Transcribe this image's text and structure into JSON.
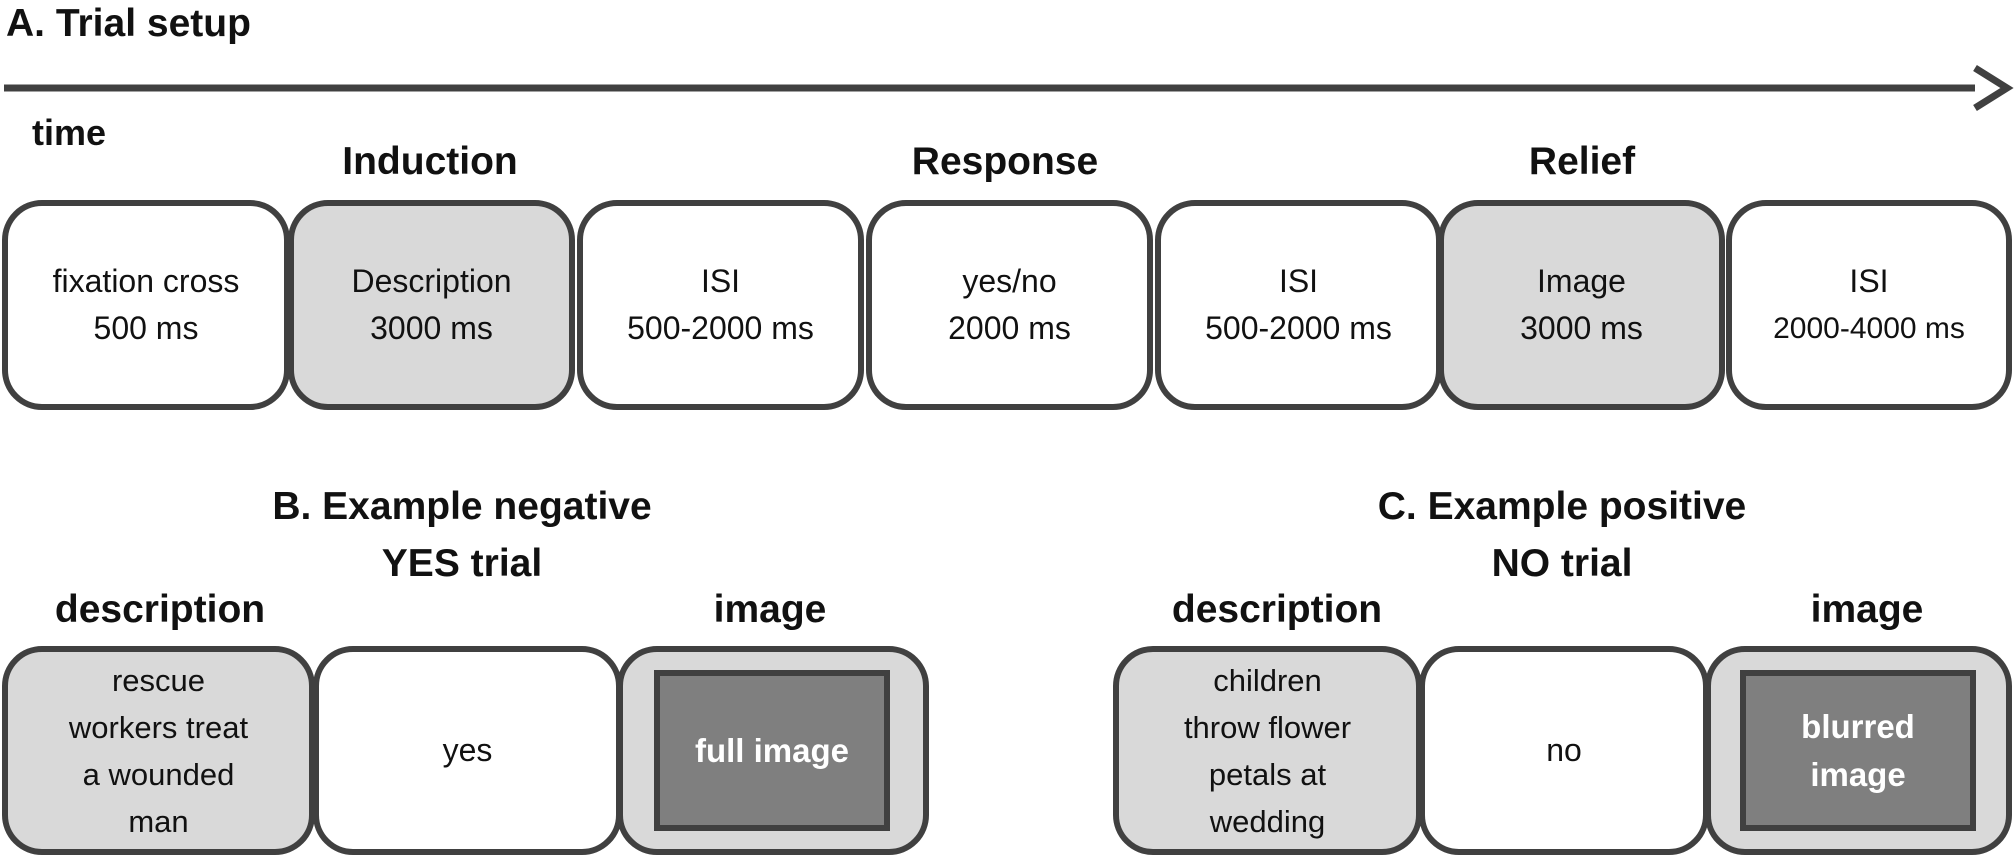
{
  "panel_a": {
    "title": "A. Trial setup",
    "time_label": "time",
    "phase_labels": {
      "induction": "Induction",
      "response": "Response",
      "relief": "Relief"
    },
    "steps": [
      {
        "line1": "fixation cross",
        "line2": "500 ms"
      },
      {
        "line1": "Description",
        "line2": "3000 ms"
      },
      {
        "line1": "ISI",
        "line2": "500-2000 ms"
      },
      {
        "line1": "yes/no",
        "line2": "2000 ms"
      },
      {
        "line1": "ISI",
        "line2": "500-2000 ms"
      },
      {
        "line1": "Image",
        "line2": "3000 ms"
      },
      {
        "line1": "ISI",
        "line2": "2000-4000 ms"
      }
    ]
  },
  "panel_b": {
    "title_line1": "B. Example negative",
    "title_line2": "YES trial",
    "description_label": "description",
    "image_label": "image",
    "description_lines": [
      "rescue",
      "workers treat",
      "a wounded",
      "man"
    ],
    "response": "yes",
    "image_text_lines": [
      "full image"
    ]
  },
  "panel_c": {
    "title_line1": "C. Example positive",
    "title_line2": "NO trial",
    "description_label": "description",
    "image_label": "image",
    "description_lines": [
      "children",
      "throw flower",
      "petals at",
      "wedding"
    ],
    "response": "no",
    "image_text_lines": [
      "blurred",
      "image"
    ]
  },
  "colors": {
    "outline": "#404040",
    "grey_fill": "#d9d9d9",
    "image_fill": "#7f7f7f"
  }
}
